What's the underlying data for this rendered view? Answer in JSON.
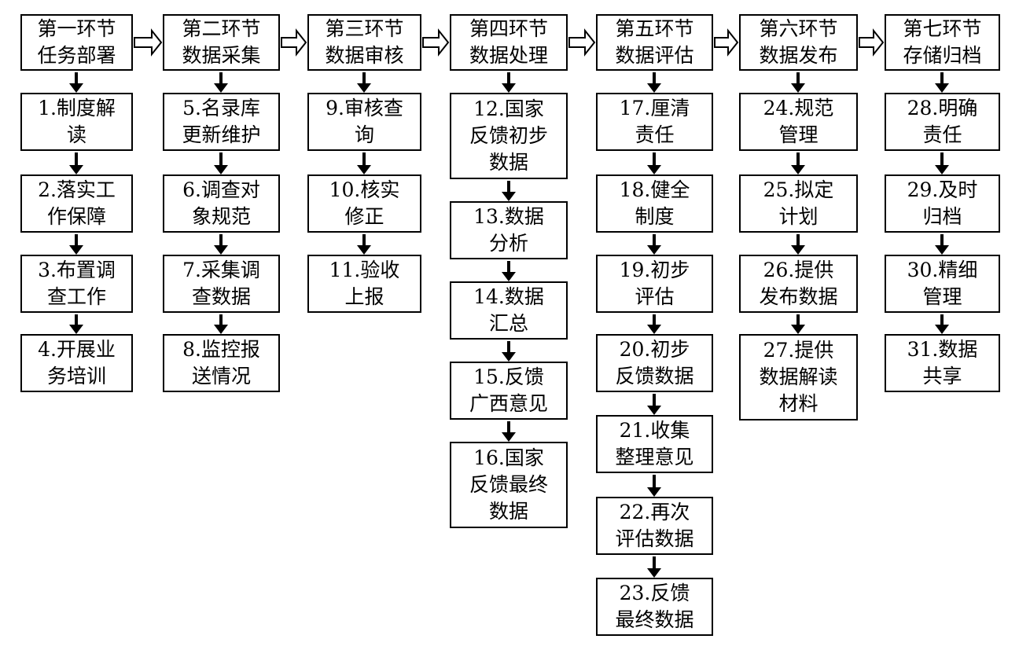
{
  "stages": [
    {
      "label": "第一环节\n任务部署",
      "steps": [
        "1.制度解\n读",
        "2.落实工\n作保障",
        "3.布置调\n查工作",
        "4.开展业\n务培训"
      ]
    },
    {
      "label": "第二环节\n数据采集",
      "steps": [
        "5.名录库\n更新维护",
        "6.调查对\n象规范",
        "7.采集调\n查数据",
        "8.监控报\n送情况"
      ]
    },
    {
      "label": "第三环节\n数据审核",
      "steps": [
        "9.审核查\n询",
        "10.核实\n修正",
        "11.验收\n上报"
      ]
    },
    {
      "label": "第四环节\n数据处理",
      "steps": [
        "12.国家\n反馈初步\n数据",
        "13.数据\n分析",
        "14.数据\n汇总",
        "15.反馈\n广西意见",
        "16.国家\n反馈最终\n数据"
      ]
    },
    {
      "label": "第五环节\n数据评估",
      "steps": [
        "17.厘清\n责任",
        "18.健全\n制度",
        "19.初步\n评估",
        "20.初步\n反馈数据",
        "21.收集\n整理意见",
        "22.再次\n评估数据",
        "23.反馈\n最终数据"
      ]
    },
    {
      "label": "第六环节\n数据发布",
      "steps": [
        "24.规范\n管理",
        "25.拟定\n计划",
        "26.提供\n发布数据",
        "27.提供\n数据解读\n材料"
      ]
    },
    {
      "label": "第七环节\n存储归档",
      "steps": [
        "28.明确\n责任",
        "29.及时\n归档",
        "30.精细\n管理",
        "31.数据\n共享"
      ]
    }
  ]
}
